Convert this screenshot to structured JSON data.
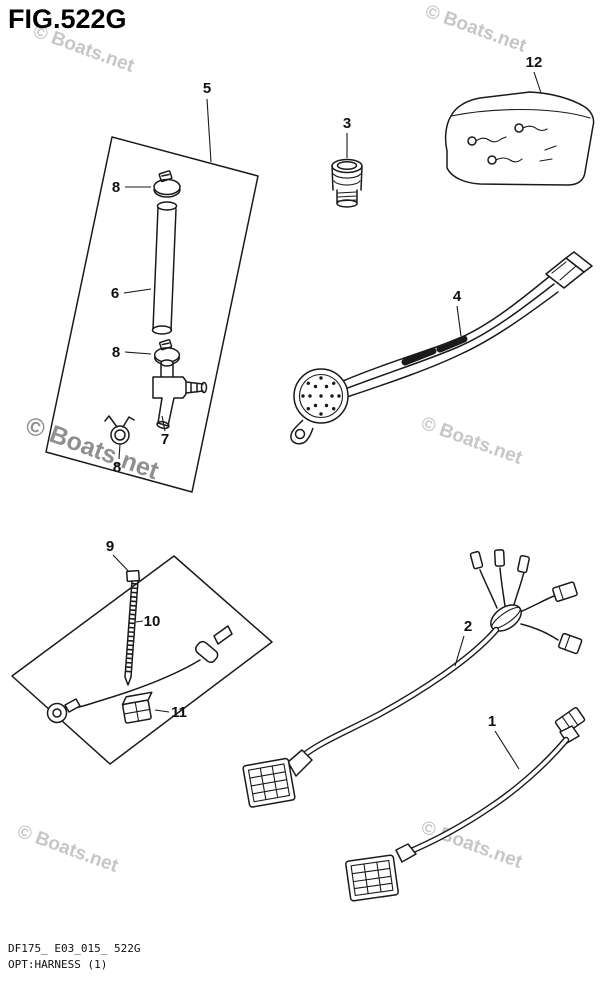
{
  "figure": {
    "title": "FIG.522G",
    "code_line": "DF175_ E03_015_ 522G",
    "caption_line": "OPT:HARNESS (1)"
  },
  "watermark": {
    "text": "© Boats.net"
  },
  "callouts": {
    "c1": "1",
    "c2": "2",
    "c3": "3",
    "c4": "4",
    "c5": "5",
    "c6": "6",
    "c7": "7",
    "c8a": "8",
    "c8b": "8",
    "c8c": "8",
    "c9": "9",
    "c10": "10",
    "c11": "11",
    "c12": "12"
  }
}
